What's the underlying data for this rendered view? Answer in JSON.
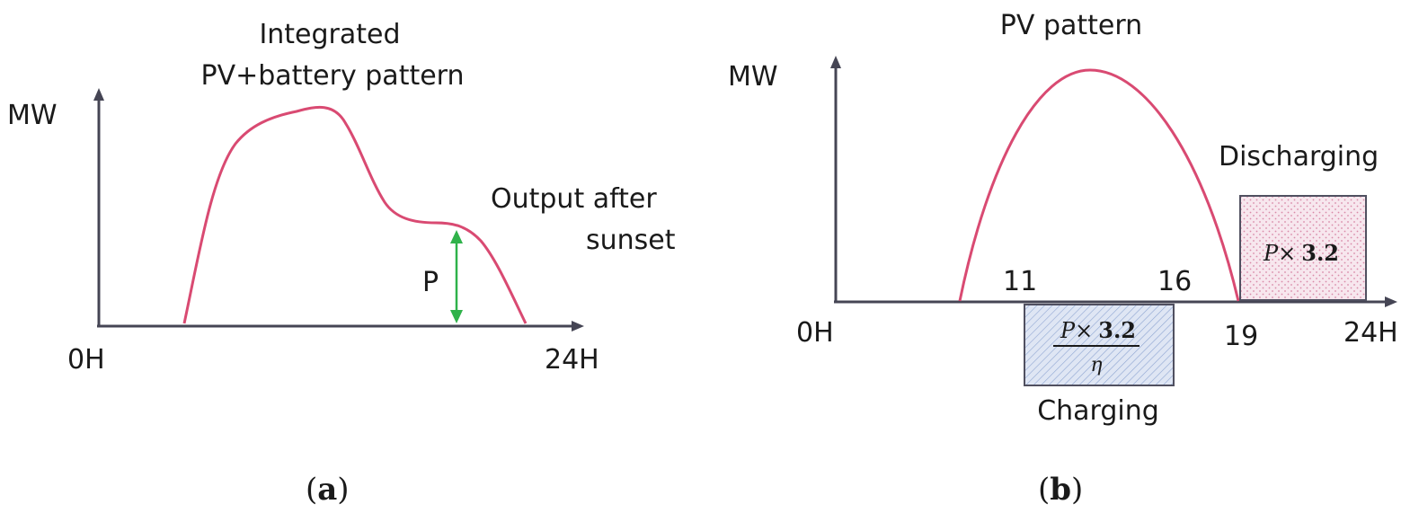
{
  "colors": {
    "curve": "#d94a72",
    "axis": "#454554",
    "arrow": "#2fb24a",
    "box_border": "#505060",
    "charging_fill": "#dfe6f4",
    "discharging_fill": "#f7e7ee"
  },
  "panel_a": {
    "title_line1": "Integrated",
    "title_line2": "PV+battery pattern",
    "y_label": "MW",
    "x_start": "0H",
    "x_end": "24H",
    "annotation_line1": "Output after",
    "annotation_line2": "sunset",
    "arrow_label": "P",
    "caption_open": "(",
    "caption_letter": "a",
    "caption_close": ")"
  },
  "panel_b": {
    "title": "PV pattern",
    "y_label": "MW",
    "x_start": "0H",
    "x_end": "24H",
    "tick_11": "11",
    "tick_16": "16",
    "tick_19": "19",
    "discharging_label": "Discharging",
    "discharging_formula_var": "P",
    "discharging_formula_op": "×",
    "discharging_formula_num": "3.2",
    "charging_label": "Charging",
    "charging_numerator_var": "P",
    "charging_numerator_op": "×",
    "charging_numerator_num": "3.2",
    "charging_denominator": "η",
    "caption_open": "(",
    "caption_letter": "b",
    "caption_close": ")"
  }
}
